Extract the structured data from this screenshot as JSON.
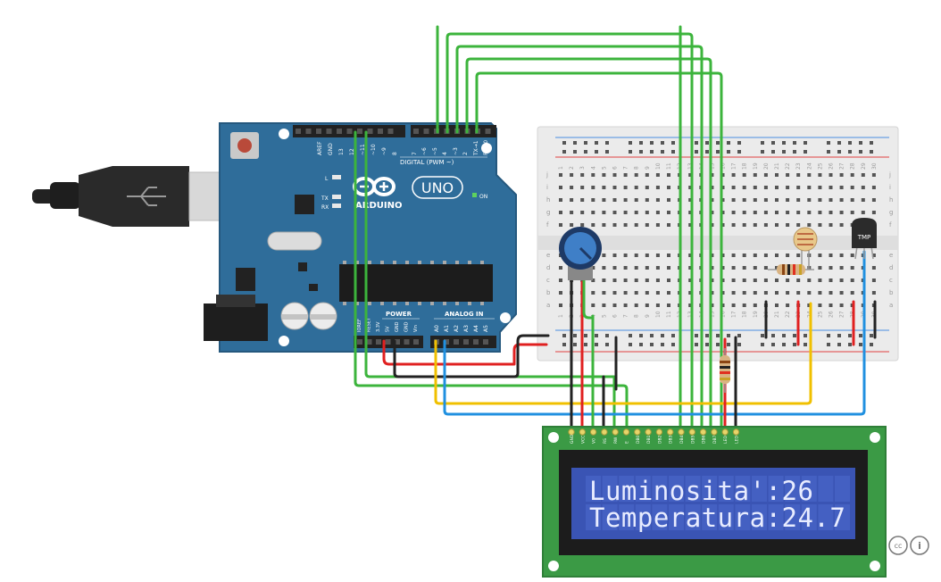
{
  "board": {
    "brand": "ARDUINO",
    "model": "UNO",
    "header_digital": "DIGITAL (PWM ~)",
    "header_power": "POWER",
    "header_analog": "ANALOG IN",
    "on_label": "ON",
    "led_labels": [
      "L",
      "TX",
      "RX"
    ],
    "digital_pins": [
      "AREF",
      "GND",
      "13",
      "12",
      "~11",
      "~10",
      "~9",
      "8",
      "7",
      "~6",
      "~5",
      "4",
      "~3",
      "2",
      "TX→1",
      "RX←0"
    ],
    "power_pins": [
      "IOREF",
      "RESET",
      "3.3V",
      "5V",
      "GND",
      "GND",
      "Vin"
    ],
    "analog_pins": [
      "A0",
      "A1",
      "A2",
      "A3",
      "A4",
      "A5"
    ]
  },
  "breadboard": {
    "row_letters_top": [
      "j",
      "i",
      "h",
      "g",
      "f"
    ],
    "row_letters_bottom": [
      "e",
      "d",
      "c",
      "b",
      "a"
    ],
    "column_numbers": [
      "1",
      "2",
      "3",
      "4",
      "5",
      "6",
      "7",
      "8",
      "9",
      "10",
      "11",
      "12",
      "13",
      "14",
      "15",
      "16",
      "17",
      "18",
      "19",
      "20",
      "21",
      "22",
      "23",
      "24",
      "25",
      "26",
      "27",
      "28",
      "29",
      "30"
    ]
  },
  "sensor": {
    "label": "TMP"
  },
  "lcd": {
    "pins": [
      "GND",
      "VCC",
      "V0",
      "RS",
      "RW",
      "E",
      "DB0",
      "DB1",
      "DB2",
      "DB3",
      "DB4",
      "DB5",
      "DB6",
      "DB7",
      "LED",
      "LED"
    ],
    "line1": "Luminosita':26",
    "line2": "Temperatura:24.7"
  },
  "license": {
    "cc": "cc",
    "by": "i"
  },
  "colors": {
    "pcb": "#2f6d9a",
    "lcd_pcb": "#3b9a45",
    "lcd_screen": "#3a54b4",
    "wire_green": "#3cb43c",
    "wire_red": "#e02020",
    "wire_black": "#222222",
    "wire_yellow": "#f0c000",
    "wire_blue": "#2090e0",
    "breadboard": "#ebebeb"
  }
}
